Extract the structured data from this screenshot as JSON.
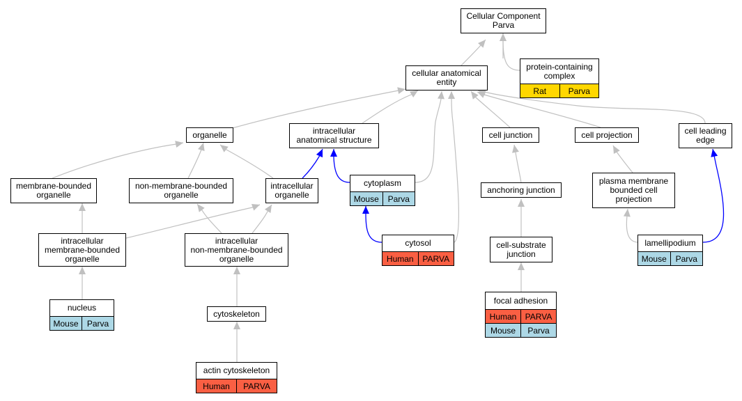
{
  "colors": {
    "human": "#fa5f43",
    "mouse": "#add8e6",
    "rat": "#ffd700",
    "edge_gray": "#c0c0c0",
    "edge_blue": "#0000ff"
  },
  "nodes": {
    "cellular_component": {
      "lines": [
        "Cellular Component",
        "Parva"
      ],
      "rows": []
    },
    "protein_complex": {
      "lines": [
        "protein-containing",
        "complex"
      ],
      "rows": [
        [
          {
            "species": "rat",
            "text": "Rat"
          },
          {
            "species": "rat",
            "text": "Parva"
          }
        ]
      ]
    },
    "cellular_anatomical_entity": {
      "lines": [
        "cellular anatomical",
        "entity"
      ],
      "rows": []
    },
    "organelle": {
      "lines": [
        "organelle"
      ],
      "rows": []
    },
    "intracellular_anatomical_structure": {
      "lines": [
        "intracellular",
        "anatomical structure"
      ],
      "rows": []
    },
    "cell_junction": {
      "lines": [
        "cell junction"
      ],
      "rows": []
    },
    "cell_projection": {
      "lines": [
        "cell projection"
      ],
      "rows": []
    },
    "cell_leading_edge": {
      "lines": [
        "cell leading",
        "edge"
      ],
      "rows": []
    },
    "membrane_bounded_organelle": {
      "lines": [
        "membrane-bounded",
        "organelle"
      ],
      "rows": []
    },
    "non_membrane_bounded_organelle": {
      "lines": [
        "non-membrane-bounded",
        "organelle"
      ],
      "rows": []
    },
    "intracellular_organelle": {
      "lines": [
        "intracellular",
        "organelle"
      ],
      "rows": []
    },
    "cytoplasm": {
      "lines": [
        "cytoplasm"
      ],
      "rows": [
        [
          {
            "species": "mouse",
            "text": "Mouse"
          },
          {
            "species": "mouse",
            "text": "Parva"
          }
        ]
      ]
    },
    "anchoring_junction": {
      "lines": [
        "anchoring junction"
      ],
      "rows": []
    },
    "plasma_membrane_projection": {
      "lines": [
        "plasma membrane",
        "bounded cell",
        "projection"
      ],
      "rows": []
    },
    "intracellular_mbo": {
      "lines": [
        "intracellular",
        "membrane-bounded",
        "organelle"
      ],
      "rows": []
    },
    "intracellular_nmbo": {
      "lines": [
        "intracellular",
        "non-membrane-bounded",
        "organelle"
      ],
      "rows": []
    },
    "cytosol": {
      "lines": [
        "cytosol"
      ],
      "rows": [
        [
          {
            "species": "human",
            "text": "Human"
          },
          {
            "species": "human",
            "text": "PARVA"
          }
        ]
      ]
    },
    "cell_substrate_junction": {
      "lines": [
        "cell-substrate",
        "junction"
      ],
      "rows": []
    },
    "lamellipodium": {
      "lines": [
        "lamellipodium"
      ],
      "rows": [
        [
          {
            "species": "mouse",
            "text": "Mouse"
          },
          {
            "species": "mouse",
            "text": "Parva"
          }
        ]
      ]
    },
    "nucleus": {
      "lines": [
        "nucleus"
      ],
      "rows": [
        [
          {
            "species": "mouse",
            "text": "Mouse"
          },
          {
            "species": "mouse",
            "text": "Parva"
          }
        ]
      ]
    },
    "cytoskeleton": {
      "lines": [
        "cytoskeleton"
      ],
      "rows": []
    },
    "focal_adhesion": {
      "lines": [
        "focal adhesion"
      ],
      "rows": [
        [
          {
            "species": "human",
            "text": "Human"
          },
          {
            "species": "human",
            "text": "PARVA"
          }
        ],
        [
          {
            "species": "mouse",
            "text": "Mouse"
          },
          {
            "species": "mouse",
            "text": "Parva"
          }
        ]
      ]
    },
    "actin_cytoskeleton": {
      "lines": [
        "actin cytoskeleton"
      ],
      "rows": [
        [
          {
            "species": "human",
            "text": "Human"
          },
          {
            "species": "human",
            "text": "PARVA"
          }
        ]
      ]
    }
  }
}
